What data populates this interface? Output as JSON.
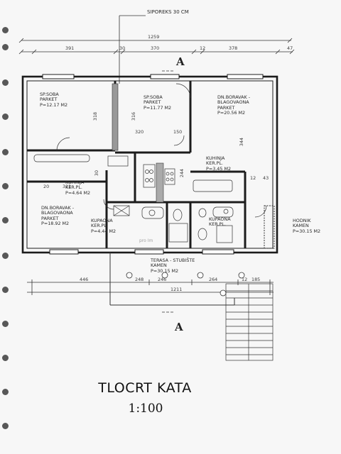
{
  "drawing": {
    "top_note": "SIPOREKS 30 CM",
    "title": "TLOCRT KATA",
    "scale": "1:100",
    "watermark": "pro Im"
  },
  "section_marks": {
    "top": "A",
    "bottom": "A"
  },
  "dimensions": {
    "overall_top": "1259",
    "top_segments": [
      "391",
      "30",
      "370",
      "12",
      "378",
      "47"
    ],
    "interior": [
      "320",
      "150",
      "318",
      "316",
      "344",
      "311",
      "244",
      "43",
      "30",
      "20",
      "12"
    ],
    "bottom_segments": [
      "446",
      "248",
      "246",
      "264",
      "12",
      "185"
    ],
    "bottom_total": "1211"
  },
  "rooms": [
    {
      "name": "SPAVAĆA SOBA",
      "line1": "SP.SOBA",
      "line2": "PARKET",
      "area": "P=12.17 M2"
    },
    {
      "name": "SPAVAĆA SOBA",
      "line1": "SP.SOBA",
      "line2": "PARKET",
      "area": "P=11.77 M2"
    },
    {
      "name": "DN.BORAVAK",
      "line1": "DN.BORAVAK -",
      "line2": "BLAGOVAONA",
      "line3": "PARKET",
      "area": "P=20.56 M2"
    },
    {
      "name": "KUHINJA",
      "line1": "KUHINJA",
      "line2": "KER.PL.",
      "area": "P=3.45 M2"
    },
    {
      "name": "KUHINJA",
      "line1": "KUHINJA",
      "line2": "KER.PL.",
      "area": "P=4.64 M2"
    },
    {
      "name": "DN.BORAVAK",
      "line1": "DN.BORAVAK -",
      "line2": "BLAGOVAONA",
      "line3": "PARKET",
      "area": "P=18.92 M2"
    },
    {
      "name": "KUPAONA",
      "line1": "KUPAONA",
      "line2": "KER.PL.",
      "area": "P=4.44 M2"
    },
    {
      "name": "KUPAONA",
      "line1": "KUPAONA",
      "line2": "KER.PL.",
      "area": ""
    },
    {
      "name": "TERASA",
      "line1": "TERASA - STUBIŠTE",
      "line2": "KAMEN",
      "area": "P=30.15 M2"
    },
    {
      "name": "HODNIK",
      "line1": "HODNIK",
      "line2": "KAMEN",
      "area": "P=30.15 M2"
    }
  ]
}
